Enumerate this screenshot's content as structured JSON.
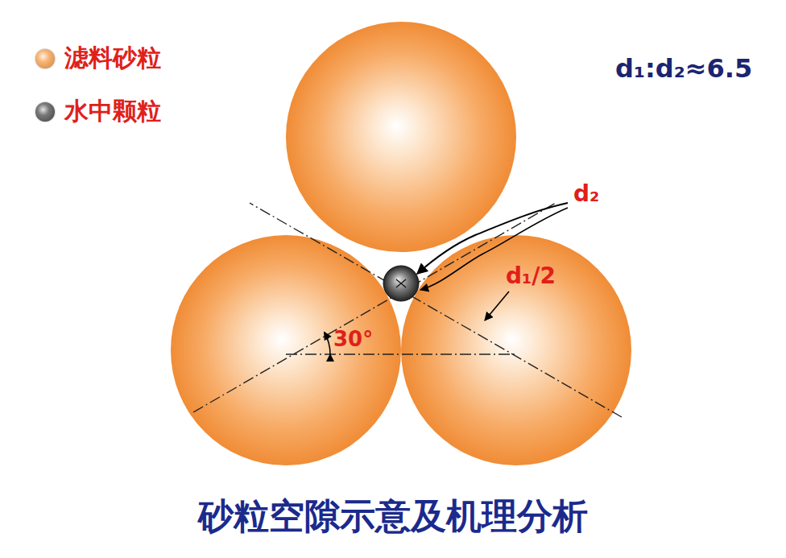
{
  "diagram": {
    "caption": "砂粒空隙示意及机理分析",
    "labels": [
      "d₁:d₂≈6.5",
      "d₂",
      "d₁/2",
      "30°"
    ],
    "legend": [
      {
        "text": "滤料砂粒",
        "color": "#f39a45"
      },
      {
        "text": "水中颗粒",
        "color": "#4a4a4a"
      }
    ]
  }
}
